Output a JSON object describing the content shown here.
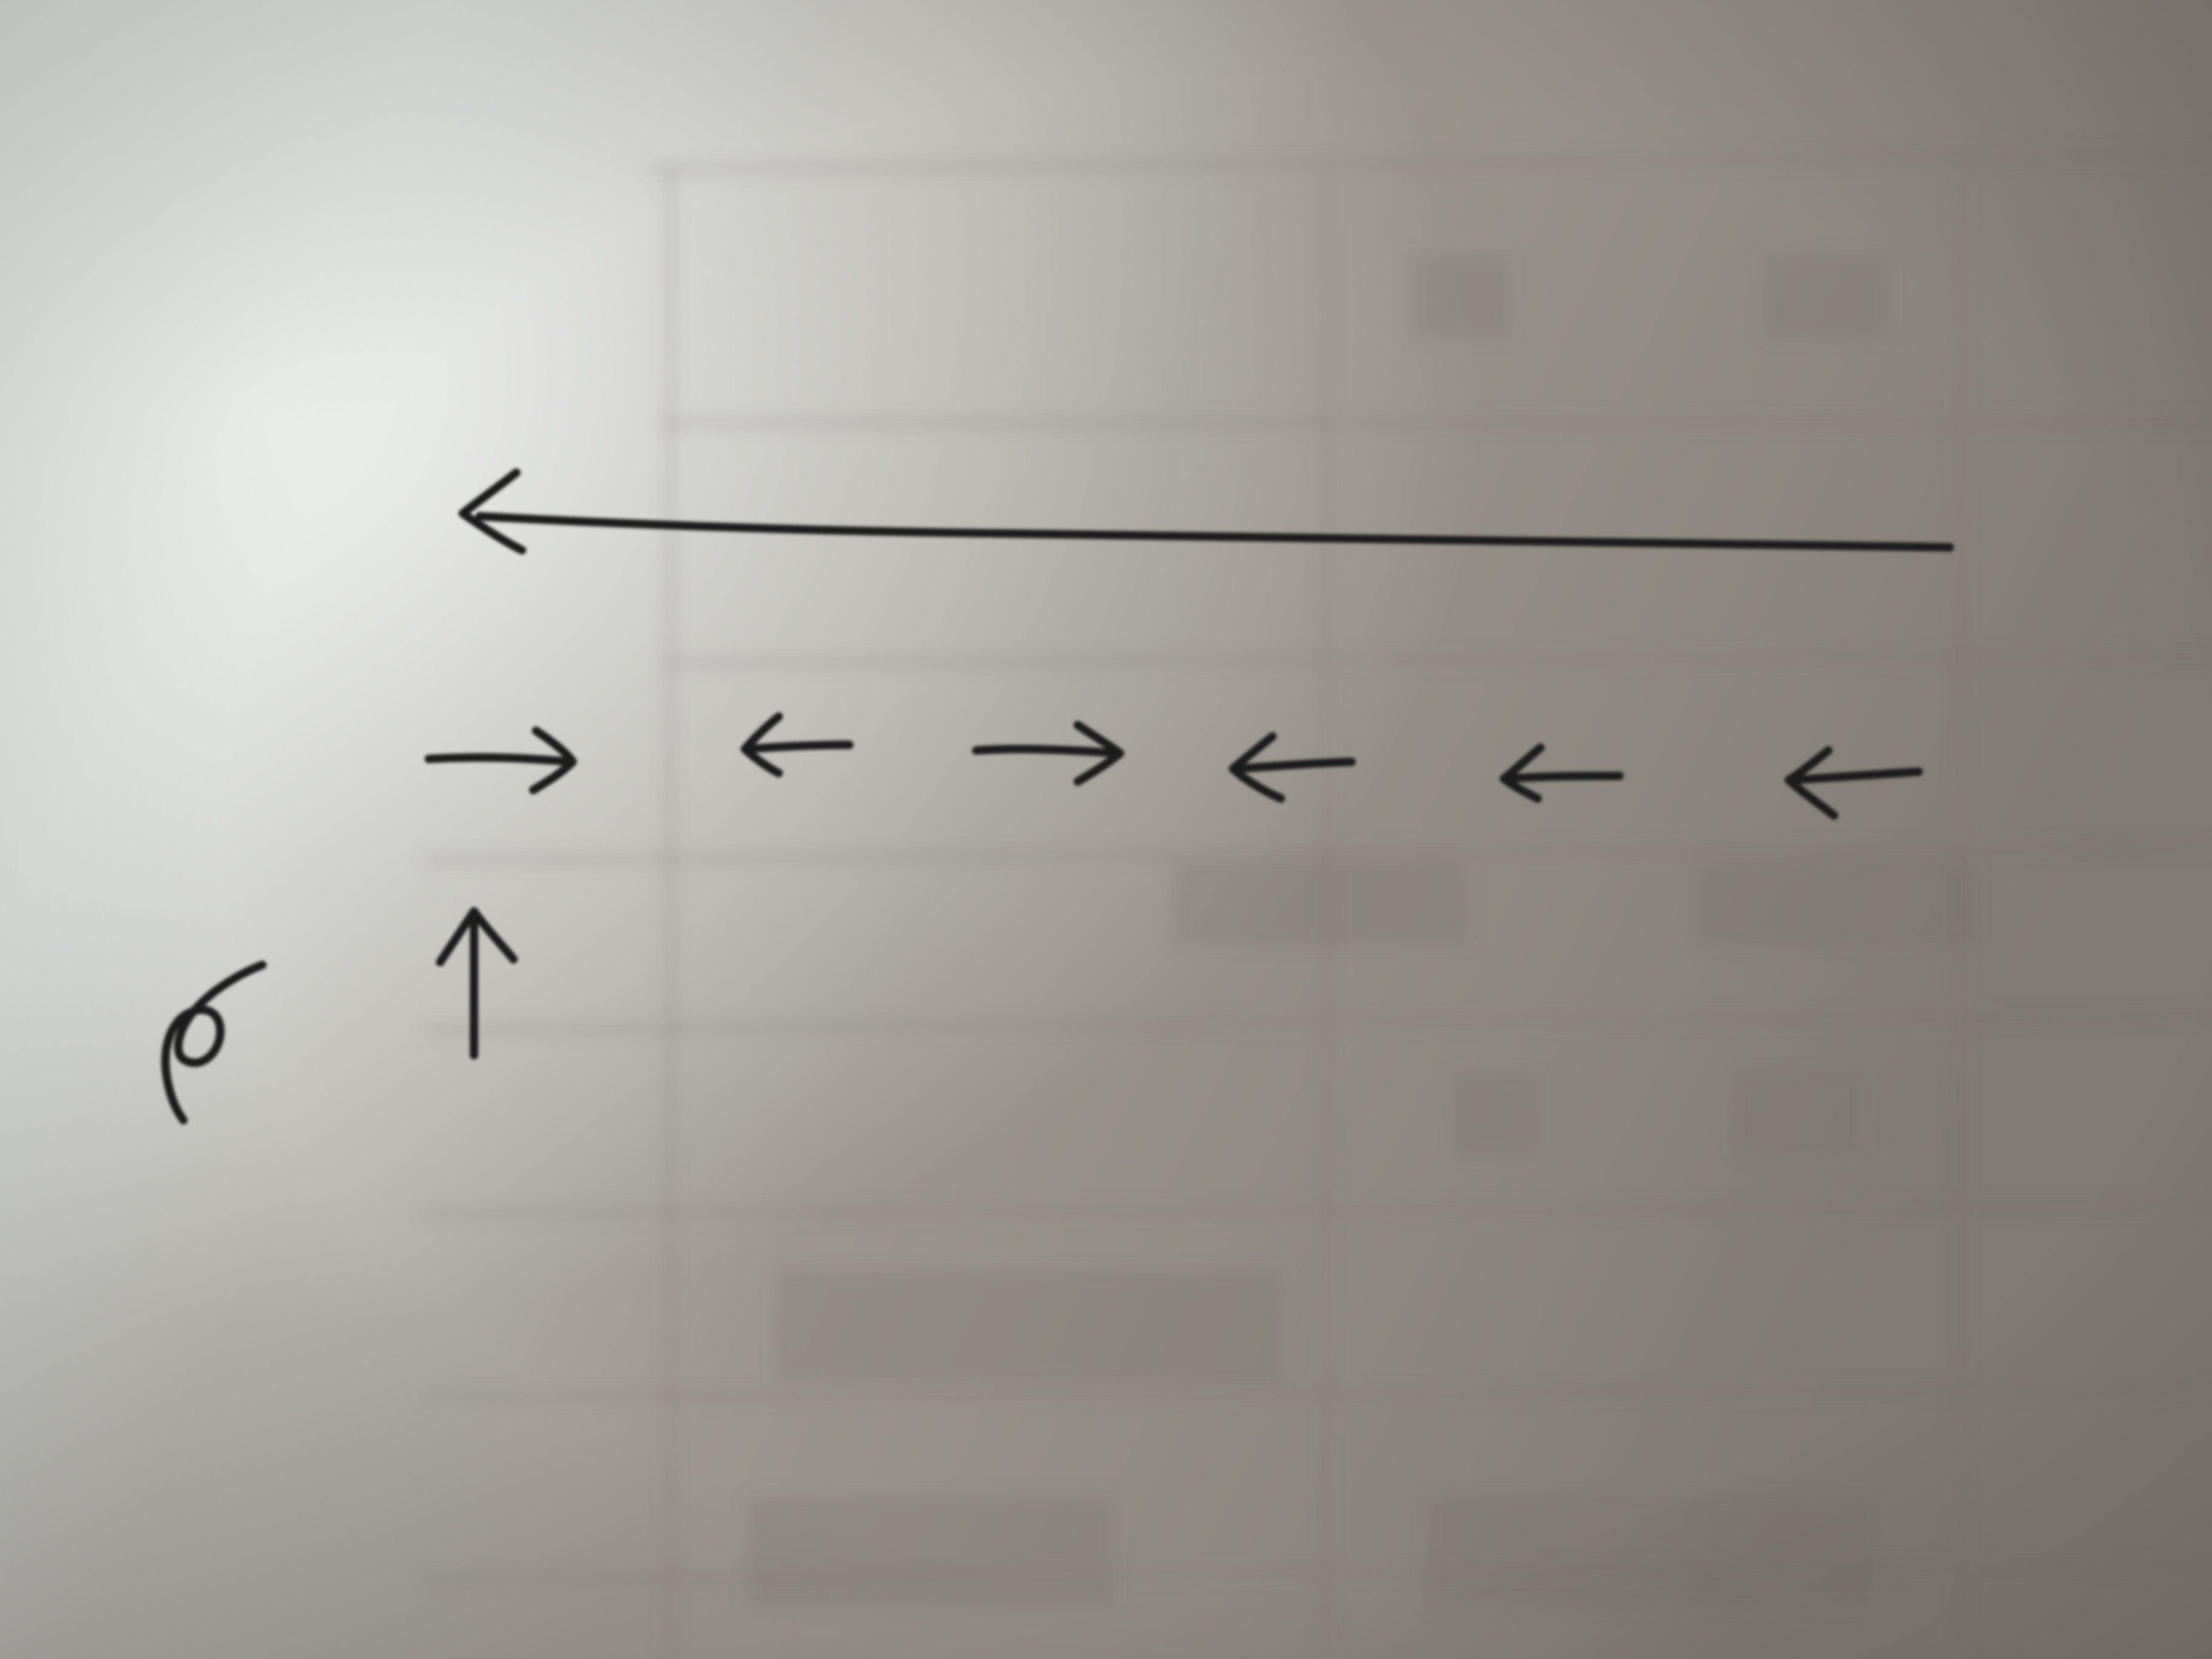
{
  "photo": {
    "subject": "handwritten-arrows-on-paper",
    "paper_light_color": "#e6e9e6",
    "paper_shadow_color": "#86817a",
    "ink_color": "#1e1e1e",
    "print_through_color": "#76716a"
  },
  "drawing": {
    "long_arrow_direction": "left",
    "arrow_row": [
      "right",
      "left",
      "right",
      "left",
      "left",
      "left"
    ],
    "vertical_arrow_direction": "up",
    "marks": [
      "long-left-arrow",
      "row-arrows",
      "up-arrow",
      "loop-mark"
    ]
  }
}
